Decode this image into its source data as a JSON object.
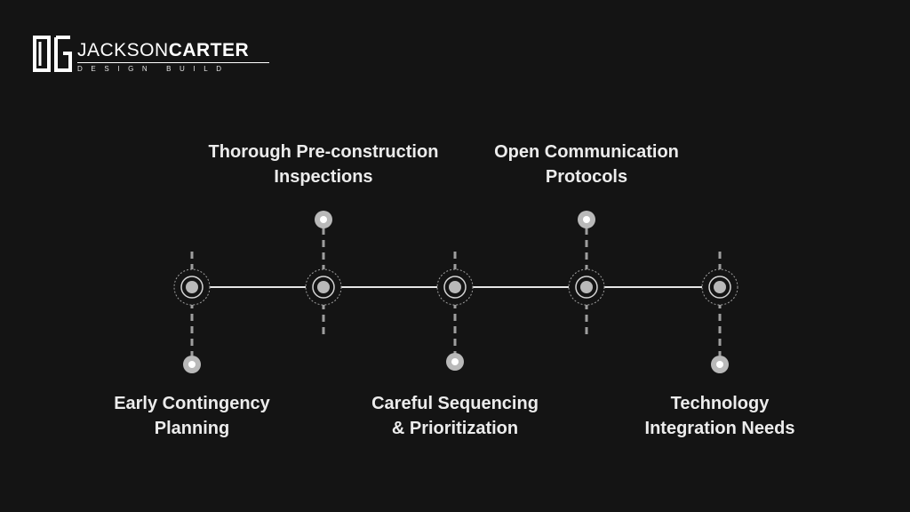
{
  "logo": {
    "name_light": "JACKSON",
    "name_bold": "CARTER",
    "tagline": "DESIGN BUILD"
  },
  "colors": {
    "background": "#141414",
    "line": "#e6e6e6",
    "marker": "#b9b9b9",
    "dashes": "#9e9e9e",
    "text": "#ececec"
  },
  "steps": [
    {
      "line1": "Early Contingency",
      "line2": "Planning",
      "position": "below"
    },
    {
      "line1": "Thorough Pre-construction",
      "line2": "Inspections",
      "position": "above"
    },
    {
      "line1": "Careful Sequencing",
      "line2": "& Prioritization",
      "position": "below"
    },
    {
      "line1": "Open Communication",
      "line2": "Protocols",
      "position": "above"
    },
    {
      "line1": "Technology",
      "line2": "Integration Needs",
      "position": "below"
    }
  ]
}
